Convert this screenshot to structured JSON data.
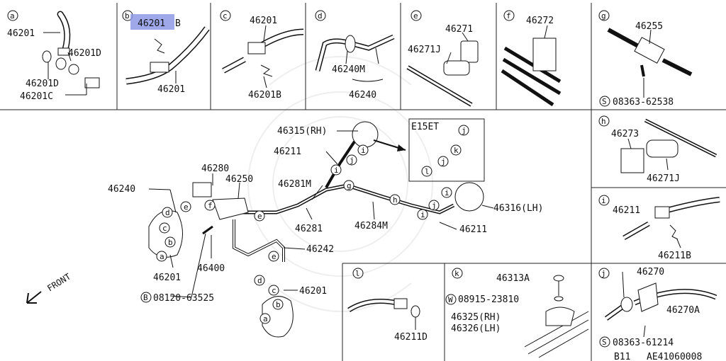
{
  "panels": {
    "a": {
      "letter": "a",
      "labels": [
        "46201",
        "46201D",
        "46201D",
        "46201C"
      ]
    },
    "b": {
      "letter": "b",
      "highlighted_label": "46201",
      "highlighted_suffix": "B",
      "labels": [
        "46201"
      ]
    },
    "c": {
      "letter": "c",
      "labels": [
        "46201",
        "46201B"
      ]
    },
    "d": {
      "letter": "d",
      "labels": [
        "46240M",
        "46240"
      ]
    },
    "e": {
      "letter": "e",
      "labels": [
        "46271",
        "46271J"
      ]
    },
    "f": {
      "letter": "f",
      "labels": [
        "46272"
      ]
    },
    "g": {
      "letter": "g",
      "labels": [
        "46255",
        "08363-62538"
      ],
      "bolt_prefix": "S"
    },
    "h": {
      "letter": "h",
      "labels": [
        "46273",
        "46271J"
      ]
    },
    "i": {
      "letter": "i",
      "labels": [
        "46211",
        "46211B"
      ]
    },
    "l": {
      "letter": "l",
      "labels": [
        "46211D"
      ]
    },
    "k": {
      "letter": "k",
      "labels": [
        "46313A",
        "08915-23810",
        "46325(RH)",
        "46326(LH)"
      ],
      "washer_prefix": "W"
    },
    "j": {
      "letter": "j",
      "labels": [
        "46270",
        "46270A",
        "08363-61214"
      ],
      "bolt_prefix": "S"
    }
  },
  "main": {
    "inset_title": "E15ET",
    "labels": [
      "46315(RH)",
      "46211",
      "46280",
      "46250",
      "46240",
      "46281M",
      "46281",
      "46284M",
      "46316(LH)",
      "46211",
      "46242",
      "46400",
      "46201",
      "46201",
      "08120-63525"
    ],
    "bolt_prefix": "B",
    "front_label": "FRONT",
    "callouts": [
      "i",
      "j",
      "i",
      "j",
      "g",
      "h",
      "i",
      "j",
      "i",
      "k",
      "l",
      "j",
      "e",
      "f",
      "e",
      "e",
      "d",
      "c",
      "b",
      "a",
      "d",
      "c",
      "b",
      "a"
    ]
  },
  "footer": {
    "model": "B11",
    "ref": "AE41060008"
  }
}
